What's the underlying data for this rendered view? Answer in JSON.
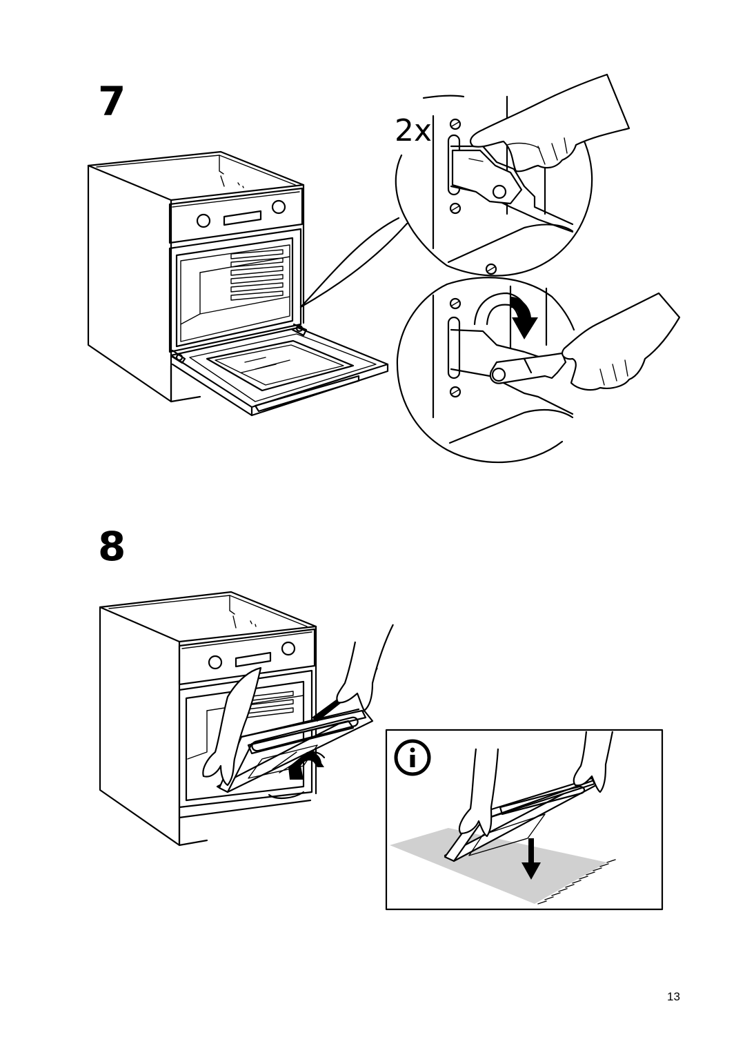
{
  "steps": [
    {
      "number": "7",
      "multiplier": "2x"
    },
    {
      "number": "8"
    }
  ],
  "info_icon": "info-icon",
  "page_number": "13"
}
